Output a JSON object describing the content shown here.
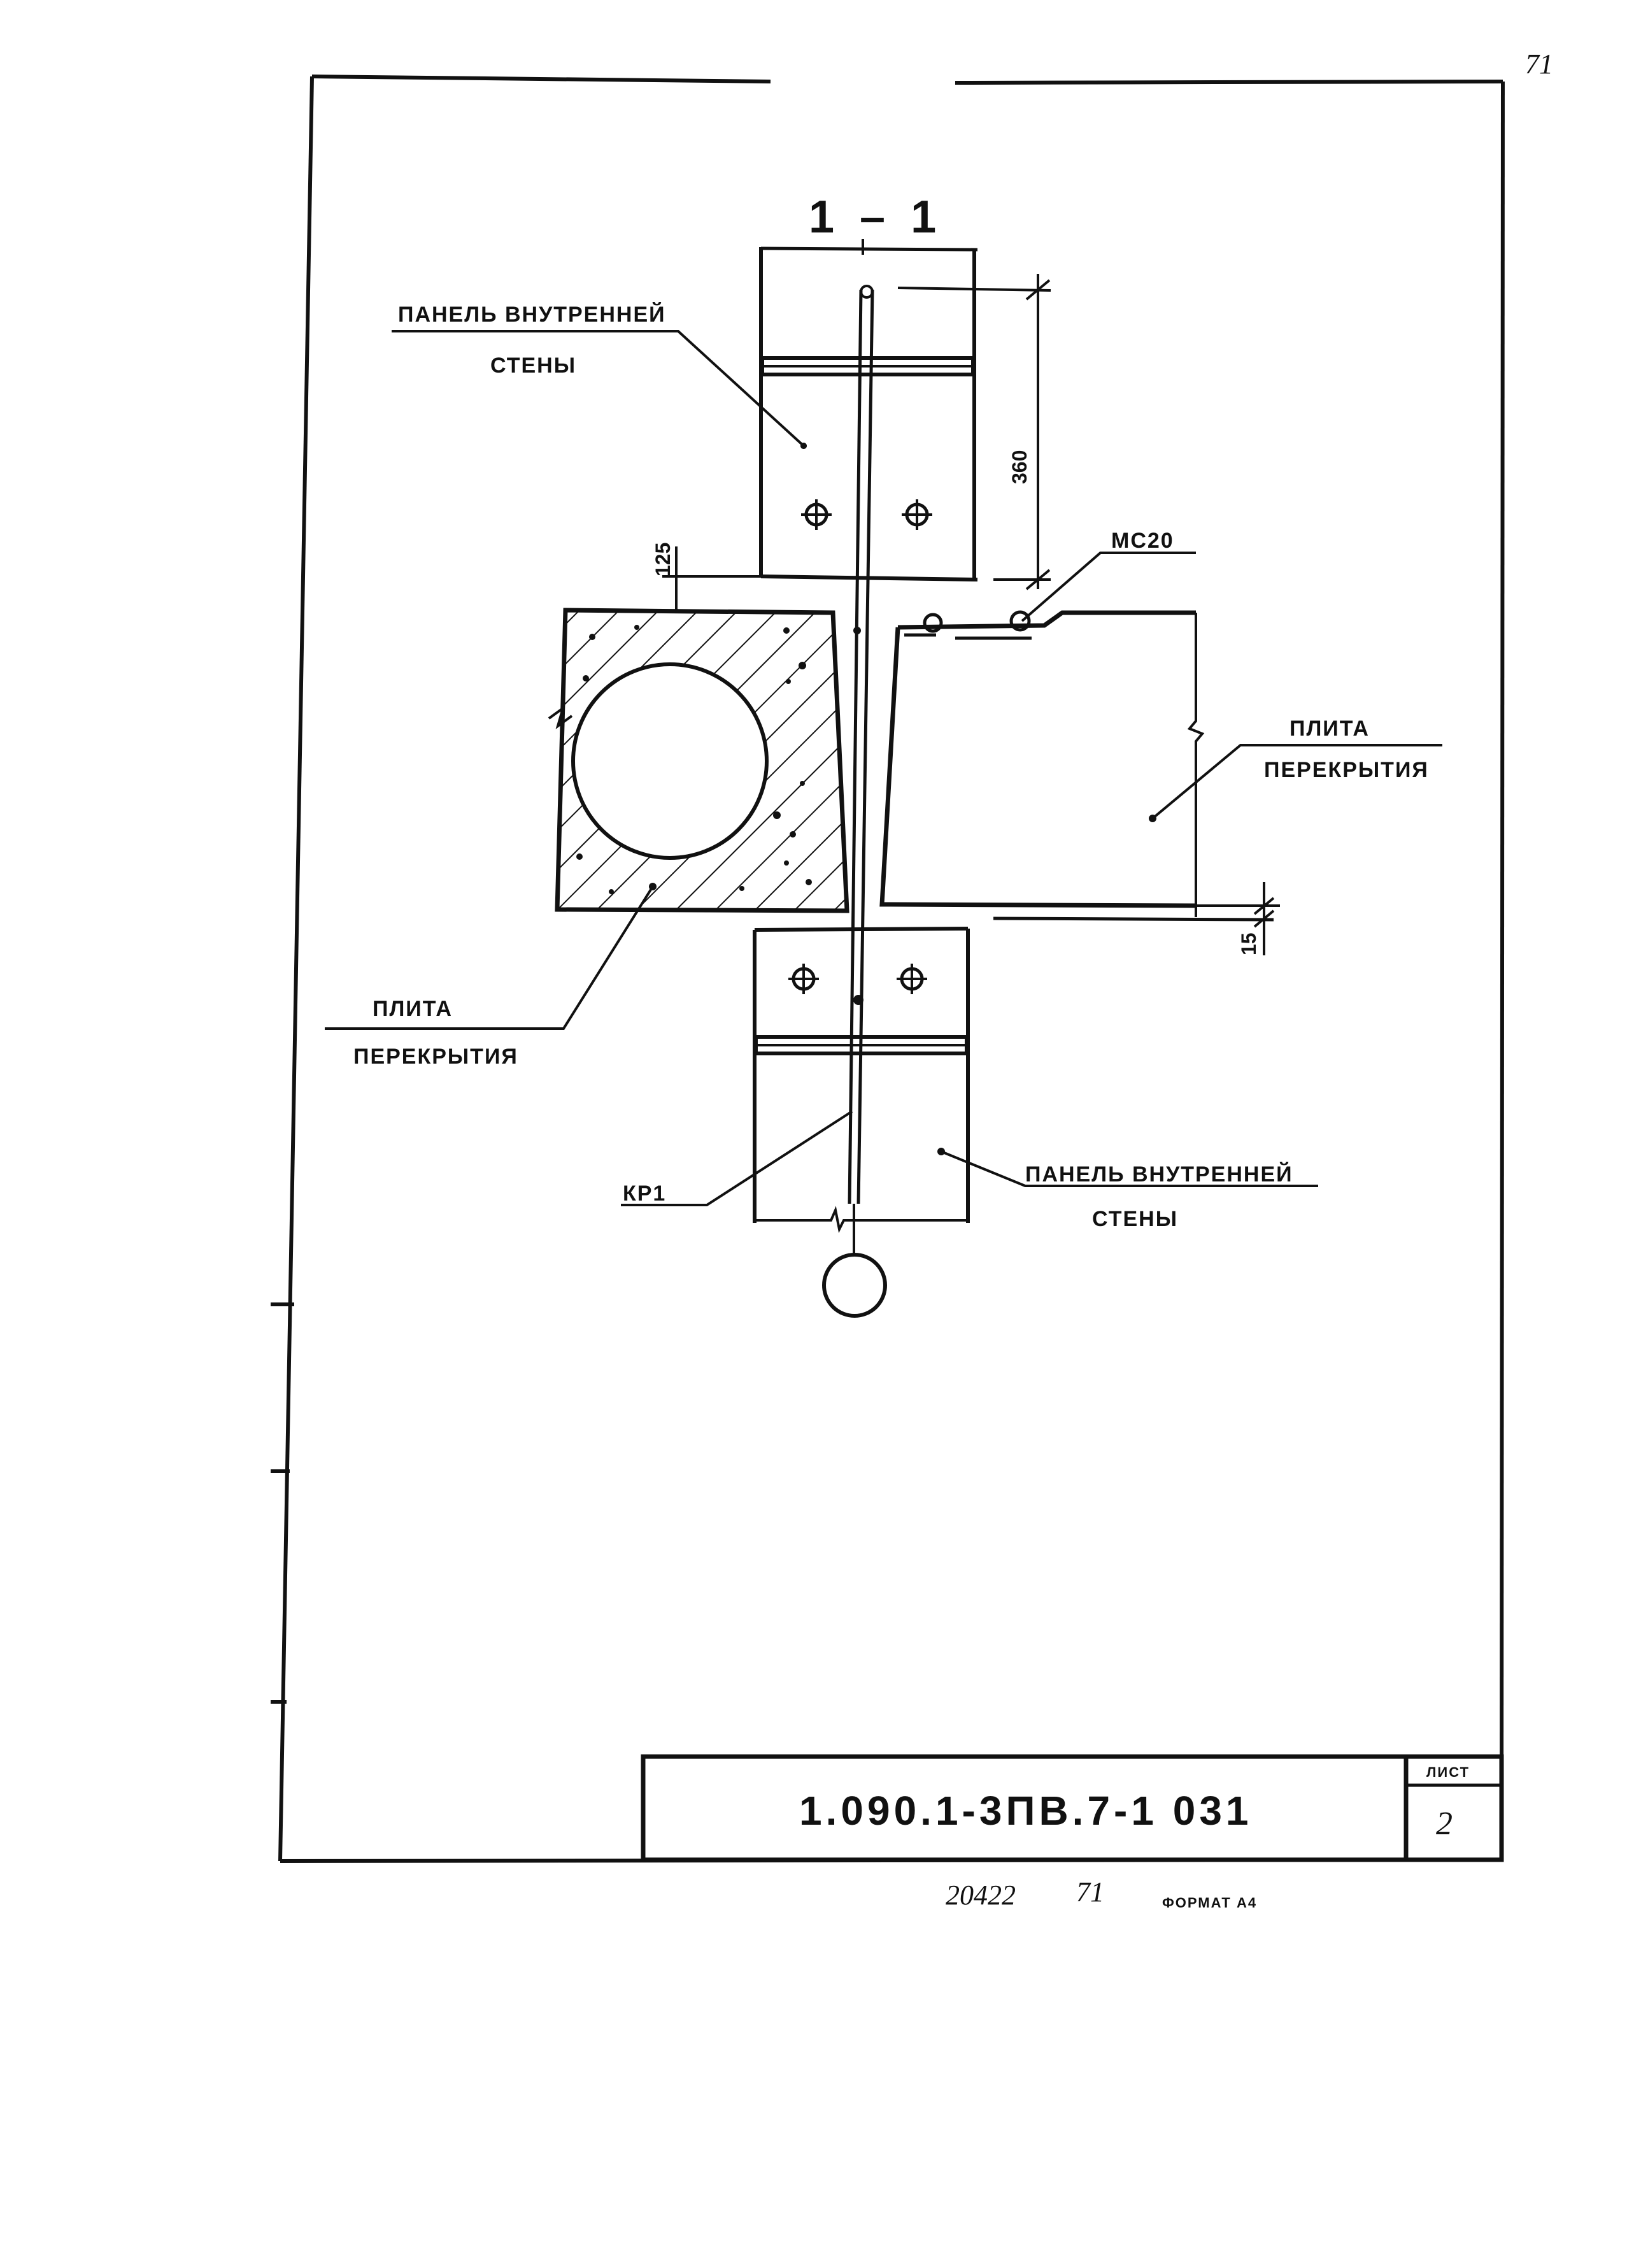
{
  "page": {
    "corner_number": "71"
  },
  "section_title": "1 – 1",
  "labels": {
    "wall_panel_top_1": "ПАНЕЛЬ ВНУТРЕННЕЙ",
    "wall_panel_top_2": "СТЕНЫ",
    "slab_right_1": "ПЛИТА",
    "slab_right_2": "ПЕРЕКРЫТИЯ",
    "slab_left_1": "ПЛИТА",
    "slab_left_2": "ПЕРЕКРЫТИЯ",
    "wall_panel_bottom_1": "ПАНЕЛЬ ВНУТРЕННЕЙ",
    "wall_panel_bottom_2": "СТЕНЫ",
    "mc20": "МС20",
    "kp1": "КР1"
  },
  "dimensions": {
    "d360": "360",
    "d125": "125",
    "d15": "15"
  },
  "title_block": {
    "doc_code": "1.090.1-3ПВ.7-1   031",
    "sheet_label": "ЛИСТ",
    "sheet_number": "2"
  },
  "footer": {
    "archive_number": "20422",
    "archive_sheet": "71",
    "format": "ФОРМАТ А4"
  },
  "colors": {
    "ink": "#111111",
    "paper": "#ffffff"
  }
}
